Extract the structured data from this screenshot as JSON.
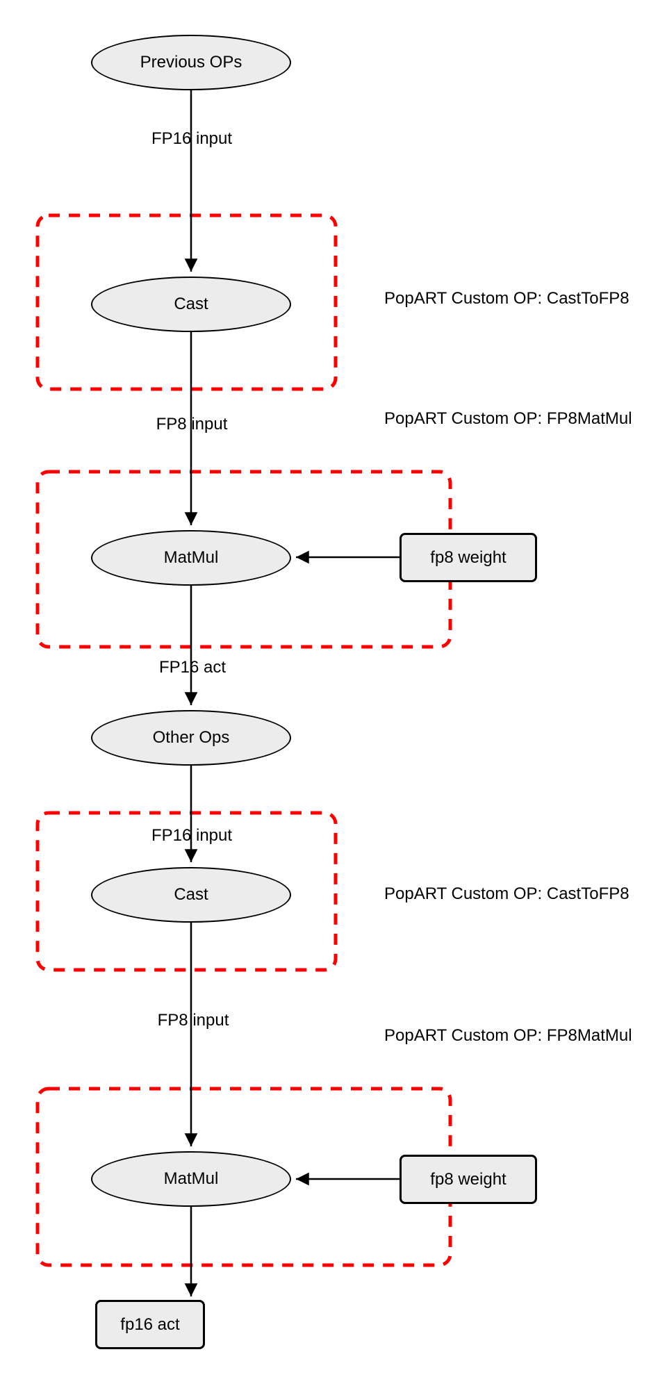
{
  "diagram": {
    "nodes": {
      "previous_ops": {
        "label": "Previous OPs",
        "shape": "ellipse"
      },
      "cast1": {
        "label": "Cast",
        "shape": "ellipse"
      },
      "matmul1": {
        "label": "MatMul",
        "shape": "ellipse"
      },
      "fp8_weight1": {
        "label": "fp8 weight",
        "shape": "rect"
      },
      "other_ops": {
        "label": "Other Ops",
        "shape": "ellipse"
      },
      "cast2": {
        "label": "Cast",
        "shape": "ellipse"
      },
      "matmul2": {
        "label": "MatMul",
        "shape": "ellipse"
      },
      "fp8_weight2": {
        "label": "fp8 weight",
        "shape": "rect"
      },
      "fp16_act_out": {
        "label": "fp16 act",
        "shape": "rect"
      }
    },
    "edge_labels": {
      "fp16_input_1": "FP16 input",
      "fp8_input_1": "FP8 input",
      "fp16_act": "FP16 act",
      "fp16_input_2": "FP16 input",
      "fp8_input_2": "FP8 input"
    },
    "annotations": {
      "cast_op_1": "PopART Custom OP: CastToFP8",
      "matmul_op_1": "PopART Custom OP: FP8MatMul",
      "cast_op_2": "PopART Custom OP: CastToFP8",
      "matmul_op_2": "PopART Custom OP: FP8MatMul"
    },
    "colors": {
      "group_border": "#FF0000",
      "node_fill": "#ECECEC",
      "node_border": "#000000",
      "edge": "#000000",
      "background": "#FFFFFF"
    }
  }
}
